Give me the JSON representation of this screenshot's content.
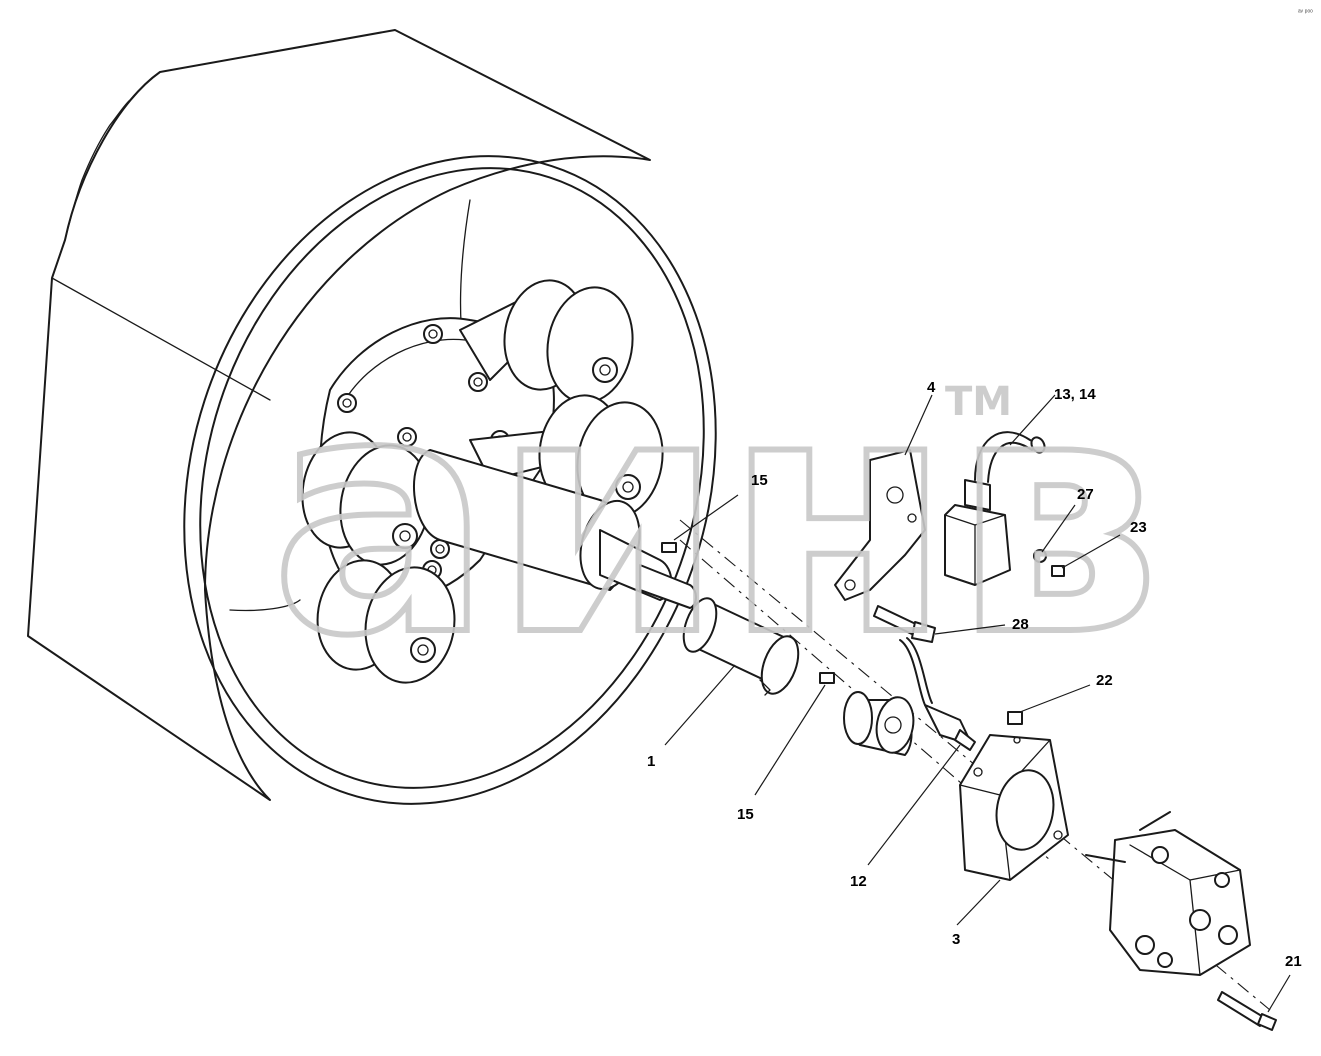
{
  "diagram": {
    "callouts": [
      {
        "id": "c1",
        "label": "1"
      },
      {
        "id": "c3",
        "label": "3"
      },
      {
        "id": "c4",
        "label": "4"
      },
      {
        "id": "c12",
        "label": "12"
      },
      {
        "id": "c13",
        "label": "13, 14"
      },
      {
        "id": "c15a",
        "label": "15"
      },
      {
        "id": "c15b",
        "label": "15"
      },
      {
        "id": "c21",
        "label": "21"
      },
      {
        "id": "c22",
        "label": "22"
      },
      {
        "id": "c23",
        "label": "23"
      },
      {
        "id": "c27",
        "label": "27"
      },
      {
        "id": "c28",
        "label": "28"
      }
    ],
    "watermark": {
      "text": "аинв",
      "trademark": "TM"
    },
    "corner_mark": "ᵃᵛ ᵖᵒᵒ"
  }
}
